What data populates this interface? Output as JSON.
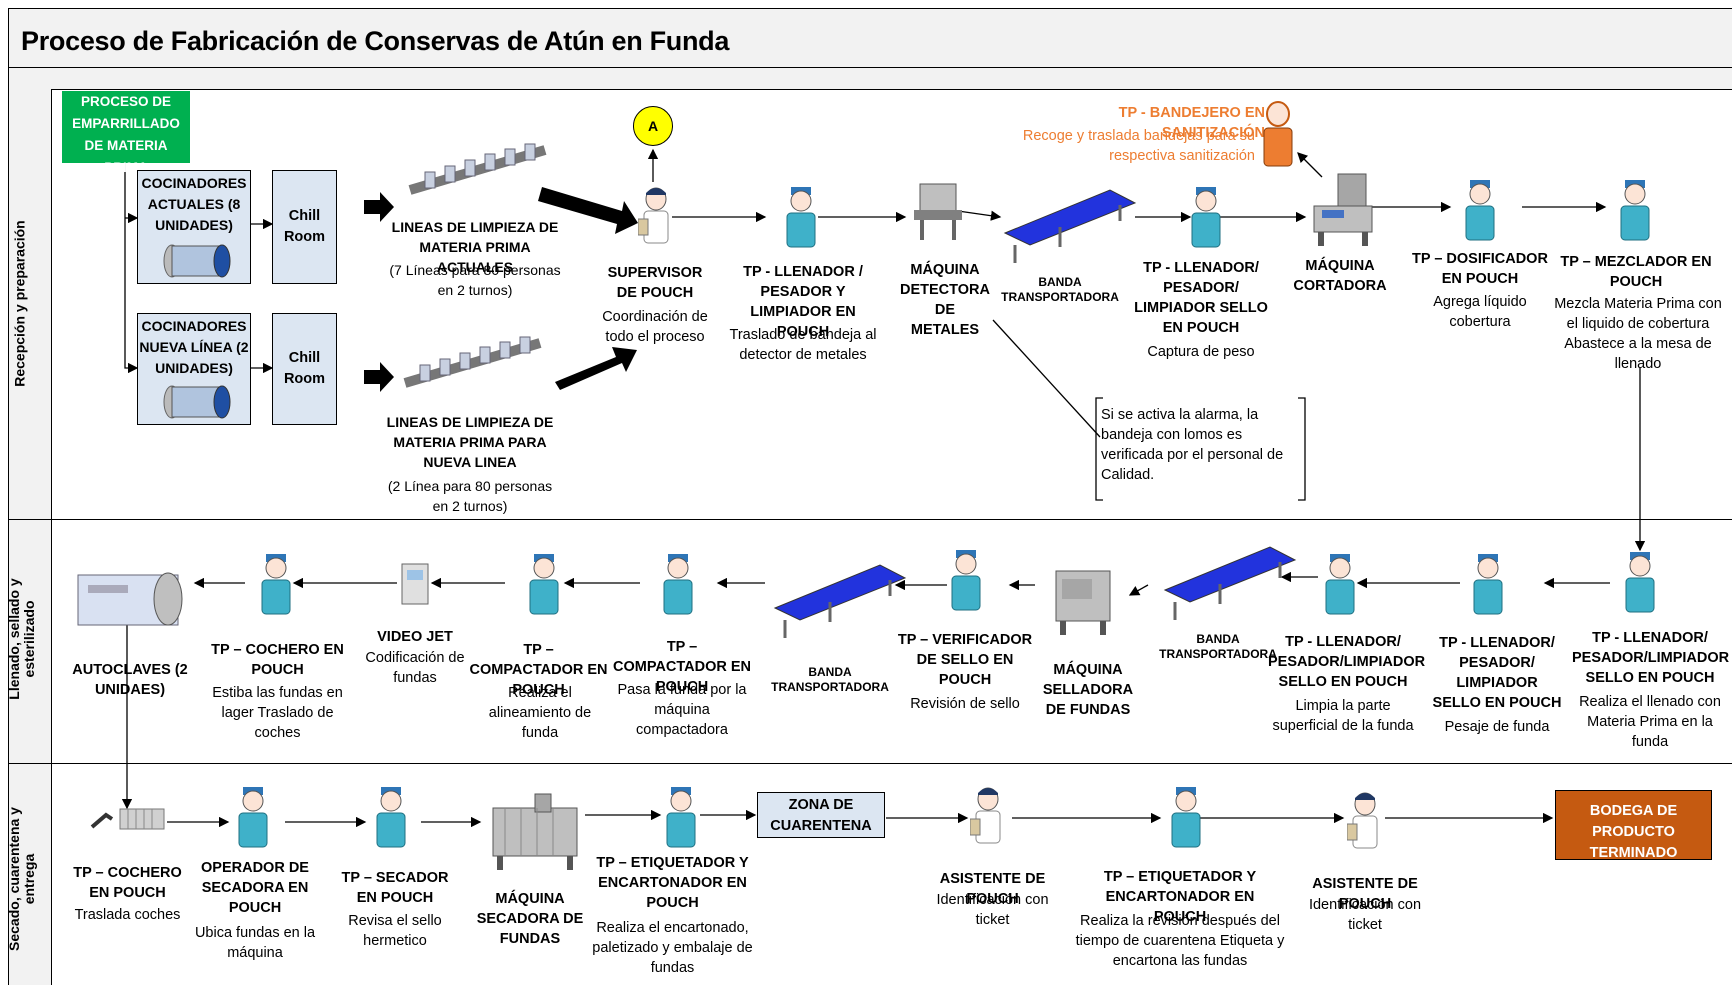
{
  "title": "Proceso de Fabricación de Conservas de Atún en Funda",
  "lanes": {
    "lane1": "Recepción y preparación",
    "lane2_a": "Llenado, sellado y",
    "lane2_b": "esterilizado",
    "lane3_a": "Secado, cuarentena y",
    "lane3_b": "entrega"
  },
  "colors": {
    "green_box": "#00b050",
    "orange_box": "#c55a11",
    "orange_text": "#ed7d31",
    "connector_yellow": "#ffff00",
    "gray_box": "#dce6f2"
  },
  "connector": "A",
  "lane1": {
    "emparrillado": "PROCESO DE EMPARRILLADO DE MATERIA PRIMA",
    "cocinadores_actuales": "COCINADORES ACTUALES (8 UNIDADES)",
    "cocinadores_nueva": "COCINADORES NUEVA LÍNEA (2 UNIDADES)",
    "chill_room_1": "Chill Room",
    "chill_room_2": "Chill Room",
    "lineas_actuales_title": "LINEAS DE LIMPIEZA DE MATERIA PRIMA ACTUALES",
    "lineas_actuales_desc": "(7 Líneas para 80 personas en 2 turnos)",
    "lineas_nueva_title": "LINEAS DE LIMPIEZA DE MATERIA PRIMA PARA NUEVA LINEA",
    "lineas_nueva_desc": "(2 Línea para 80 personas en 2 turnos)",
    "supervisor_title": "SUPERVISOR DE POUCH",
    "supervisor_desc": "Coordinación de todo el proceso",
    "llenador1_title": "TP - LLENADOR / PESADOR Y LIMPIADOR EN POUCH",
    "llenador1_desc": "Traslado de bandeja al detector de metales",
    "detectora_title": "MÁQUINA DETECTORA DE METALES",
    "banda1": "BANDA TRANSPORTADORA",
    "llenador2_title": "TP - LLENADOR/ PESADOR/ LIMPIADOR SELLO EN POUCH",
    "llenador2_desc": "Captura de peso",
    "bandejero_title": "TP - BANDEJERO EN SANITIZACIÓN",
    "bandejero_desc": "Recoge y traslada bandejas para su respectiva sanitización",
    "cortadora_title": "MÁQUINA CORTADORA",
    "dosificador_title": "TP – DOSIFICADOR EN POUCH",
    "dosificador_desc": "Agrega líquido cobertura",
    "mezclador_title": "TP – MEZCLADOR EN POUCH",
    "mezclador_desc": "Mezcla Materia Prima con el liquido de cobertura Abastece a la mesa de llenado",
    "alarma_note": "Si se activa la alarma, la bandeja con lomos es verificada por el personal de Calidad."
  },
  "lane2": {
    "autoclaves": "AUTOCLAVES (2 UNIDAES)",
    "cochero_title": "TP – COCHERO EN POUCH",
    "cochero_desc": "Estiba las fundas en lager Traslado de coches",
    "videojet_title": "VIDEO JET",
    "videojet_desc": "Codificación de fundas",
    "compactador1_title": "TP – COMPACTADOR EN POUCH",
    "compactador1_desc": "Realiza el alineamiento de funda",
    "compactador2_title": "TP – COMPACTADOR EN POUCH",
    "compactador2_desc": "Pasa la funda por la máquina compactadora",
    "banda2": "BANDA TRANSPORTADORA",
    "verificador_title": "TP – VERIFICADOR DE SELLO EN POUCH",
    "verificador_desc": "Revisión de sello",
    "selladora_title": "MÁQUINA SELLADORA DE FUNDAS",
    "banda3": "BANDA TRANSPORTADORA",
    "limpiador_title": "TP - LLENADOR/ PESADOR/LIMPIADOR SELLO EN POUCH",
    "limpiador_desc": "Limpia la parte superficial de la funda",
    "pesador_title": "TP - LLENADOR/ PESADOR/ LIMPIADOR SELLO EN POUCH",
    "pesador_desc": "Pesaje de funda",
    "llenador_title": "TP - LLENADOR/ PESADOR/LIMPIADOR SELLO EN POUCH",
    "llenador_desc": "Realiza el llenado con Materia Prima en la funda"
  },
  "lane3": {
    "cochero_title": "TP – COCHERO EN POUCH",
    "cochero_desc": "Traslada coches",
    "operador_title": "OPERADOR DE SECADORA EN POUCH",
    "operador_desc": "Ubica fundas en la máquina",
    "secador_title": "TP – SECADOR EN POUCH",
    "secador_desc": "Revisa el sello hermetico",
    "secadora_title": "MÁQUINA SECADORA DE FUNDAS",
    "etiquetador1_title": "TP – ETIQUETADOR Y ENCARTONADOR EN POUCH",
    "etiquetador1_desc": "Realiza el encartonado, paletizado y embalaje de fundas",
    "zona": "ZONA DE CUARENTENA",
    "asistente1_title": "ASISTENTE DE POUCH",
    "asistente1_desc": "Identificación con ticket",
    "etiquetador2_title": "TP – ETIQUETADOR Y ENCARTONADOR EN POUCH",
    "etiquetador2_desc": "Realiza la revisión después del tiempo de cuarentena Etiqueta y encartona las fundas",
    "asistente2_title": "ASISTENTE DE POUCH",
    "asistente2_desc": "Identificación con ticket",
    "bodega": "BODEGA DE PRODUCTO TERMINADO"
  }
}
